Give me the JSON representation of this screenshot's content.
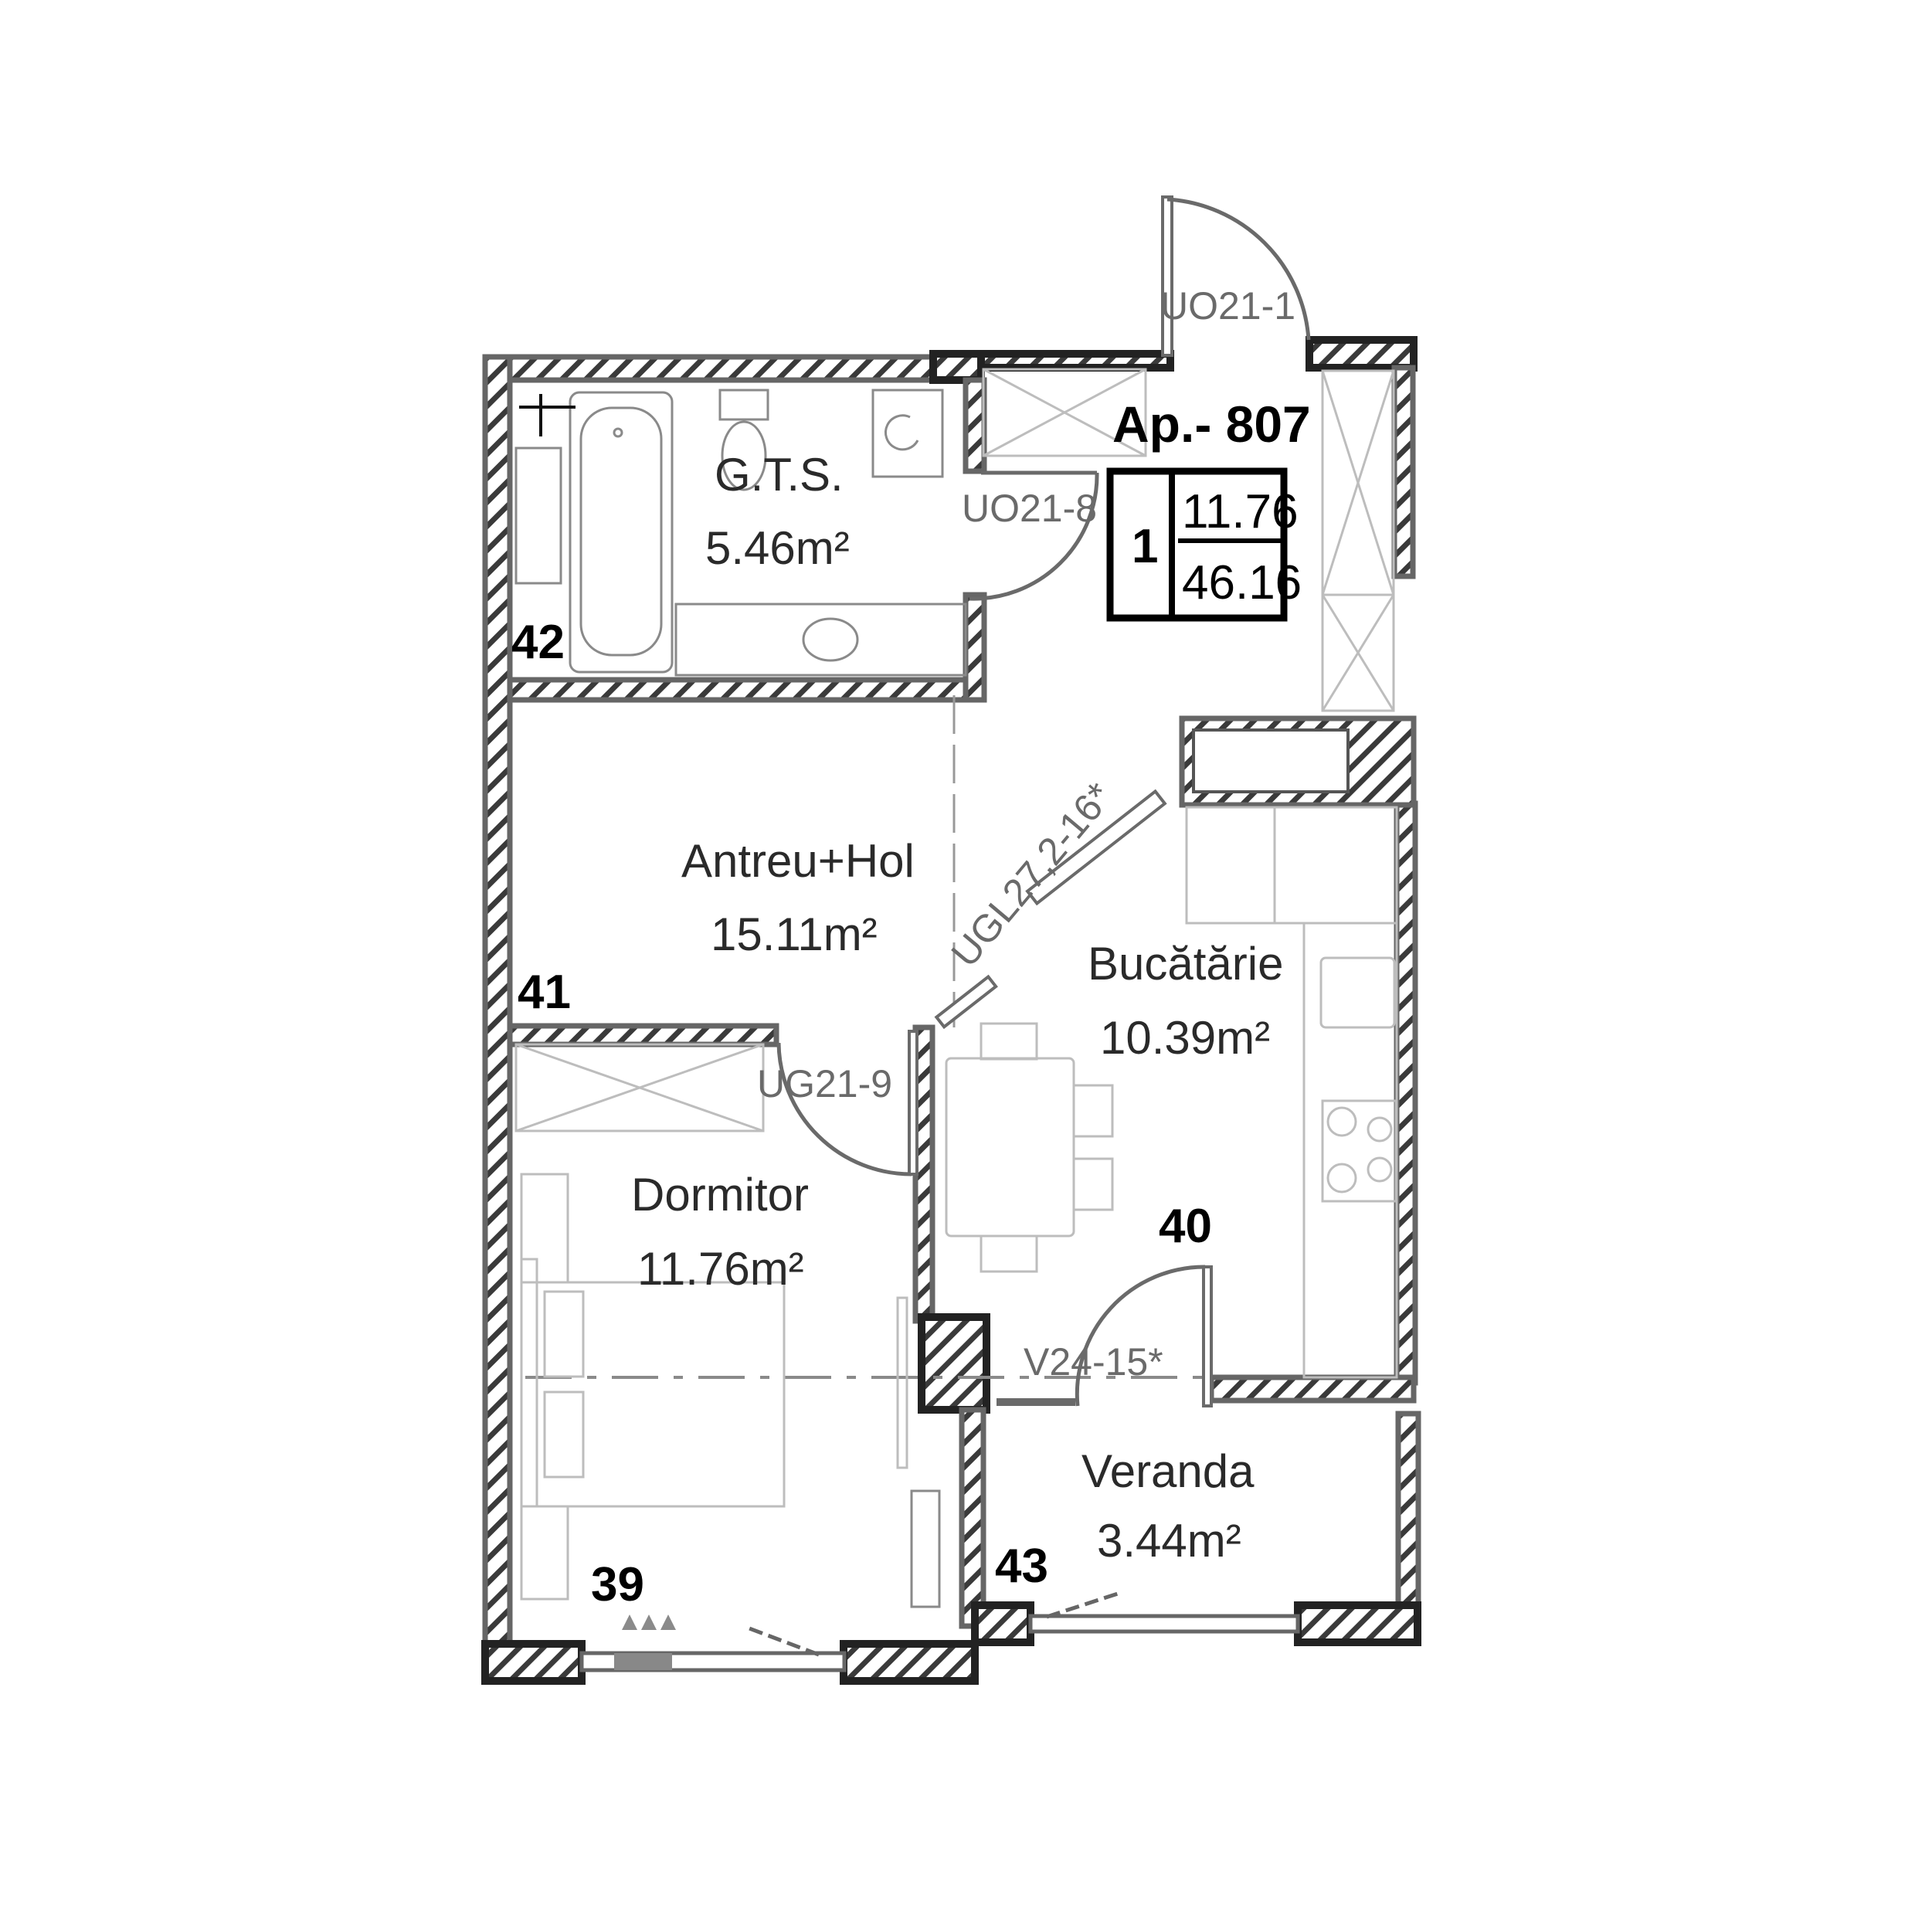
{
  "apartment": {
    "title": "Ap.- 807",
    "rooms_count": "1",
    "bedroom_area": "11.76",
    "total_area": "46.16"
  },
  "rooms": {
    "bathroom": {
      "name": "G.T.S.",
      "area": "5.46m²"
    },
    "hall": {
      "name": "Antreu+Hol",
      "area": "15.11m²"
    },
    "kitchen": {
      "name": "Bucătărie",
      "area": "10.39m²"
    },
    "bedroom": {
      "name": "Dormitor",
      "area": "11.76m²"
    },
    "veranda": {
      "name": "Veranda",
      "area": "3.44m²"
    }
  },
  "doors": {
    "entrance": "UO21-1",
    "bathroom": "UO21-8",
    "kitchen_glass": "UGL27,2-16*",
    "bedroom": "UG21-9",
    "veranda": "V24-15*"
  },
  "markers": {
    "m39": "39",
    "m40": "40",
    "m41": "41",
    "m42": "42",
    "m43": "43"
  },
  "colors": {
    "wall_outline": "#222222",
    "wall_inner": "#666666",
    "furniture": "#bdbdbd",
    "label": "#2a2a2a",
    "door_label": "#6a6a6a"
  }
}
